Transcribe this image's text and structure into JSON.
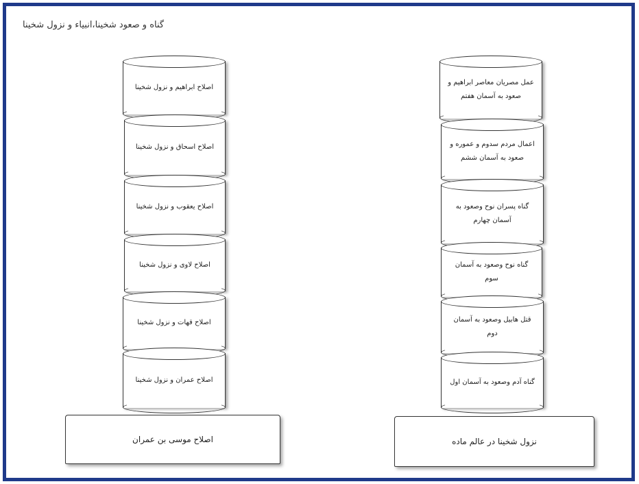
{
  "title": "گناه و صعود شخینا،انبیاء و نزول شخینا",
  "left_column": {
    "segments": [
      {
        "label": "اصلاح ابراهیم و نزول شخینا"
      },
      {
        "label": "اصلاح اسحاق و نزول شخینا"
      },
      {
        "label": "اصلاح یعقوب و نزول شخینا"
      },
      {
        "label": "اصلاح لاوی و نزول شخینا"
      },
      {
        "label": "اصلاح قهات و نزول شخینا"
      },
      {
        "label": "اصلاح عمران و نزول شخینا"
      }
    ],
    "base": {
      "label": "اصلاح موسی بن عمران"
    }
  },
  "right_column": {
    "segments": [
      {
        "label": "عمل مصریان معاصر ابراهیم و صعود به آسمان هفتم"
      },
      {
        "label": "اعمال مردم سدوم و عموره و صعود به آسمان ششم"
      },
      {
        "label": "گناه پسران نوح وصعود به آسمان چهارم"
      },
      {
        "label": "گناه نوح وصعود به آسمان سوم"
      },
      {
        "label": "قتل هابیل وصعود به آسمان دوم"
      },
      {
        "label": "گناه آدم وصعود به آسمان اول"
      }
    ],
    "base": {
      "label": "نزول شخینا در عالم ماده"
    }
  }
}
